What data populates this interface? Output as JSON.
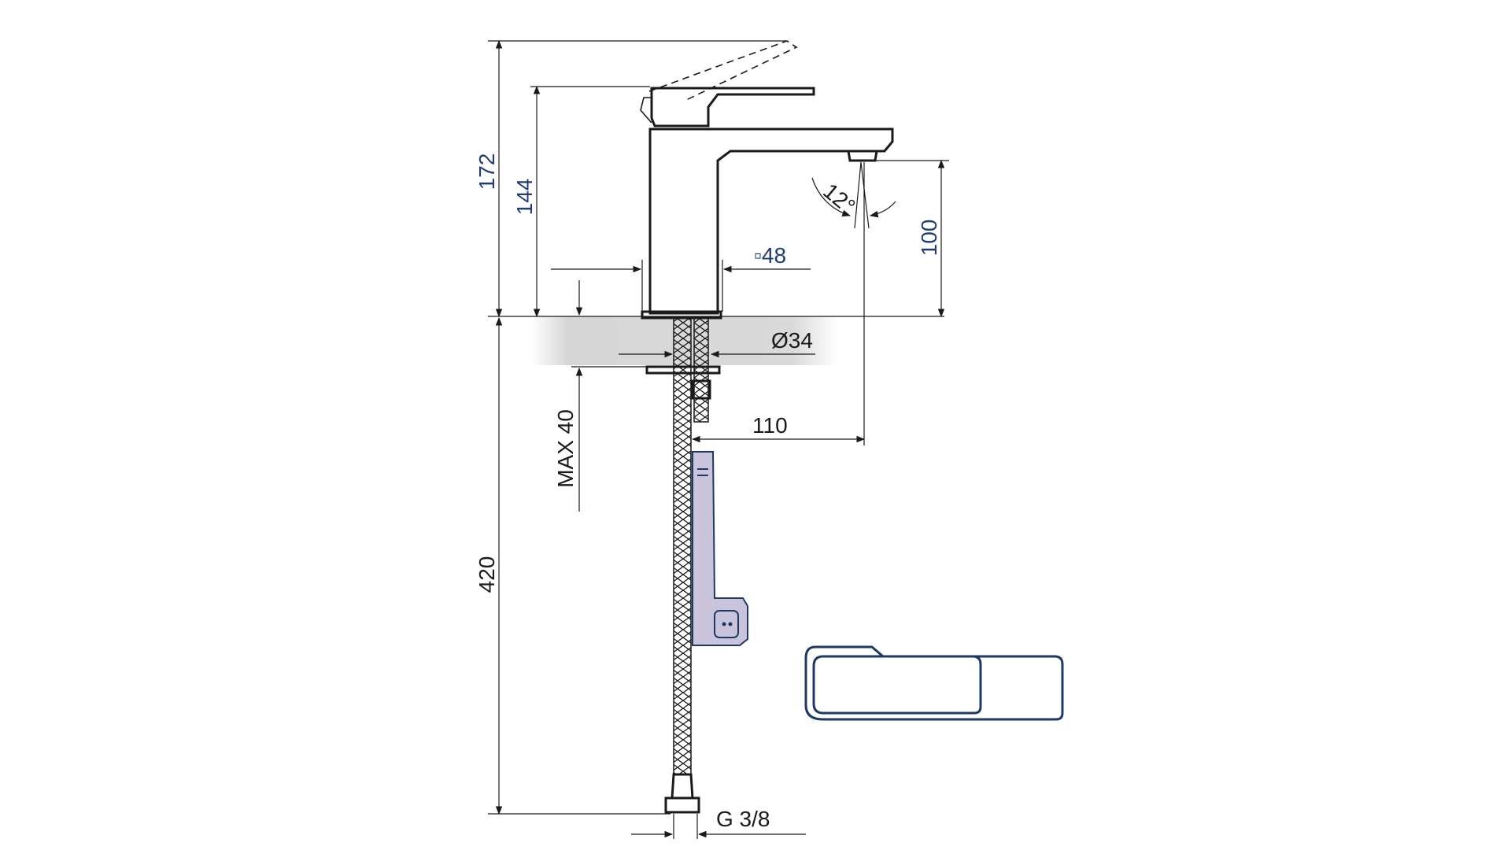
{
  "dimensions": {
    "overall_height_lever_open": "172",
    "body_height": "144",
    "spout_height": "100",
    "body_width": "▫48",
    "mounting_hole": "Ø34",
    "spout_reach": "110",
    "max_countertop": "MAX 40",
    "hose_length": "420",
    "thread": "G 3/8",
    "spray_angle": "12°"
  },
  "colors": {
    "line": "#1a1a1a",
    "label_blue": "#1f3b7a",
    "clip_fill": "#c9c4dc",
    "clip_stroke": "#1f3864",
    "handle_stroke": "#1f3864",
    "countertop": "#d9d9d9"
  }
}
